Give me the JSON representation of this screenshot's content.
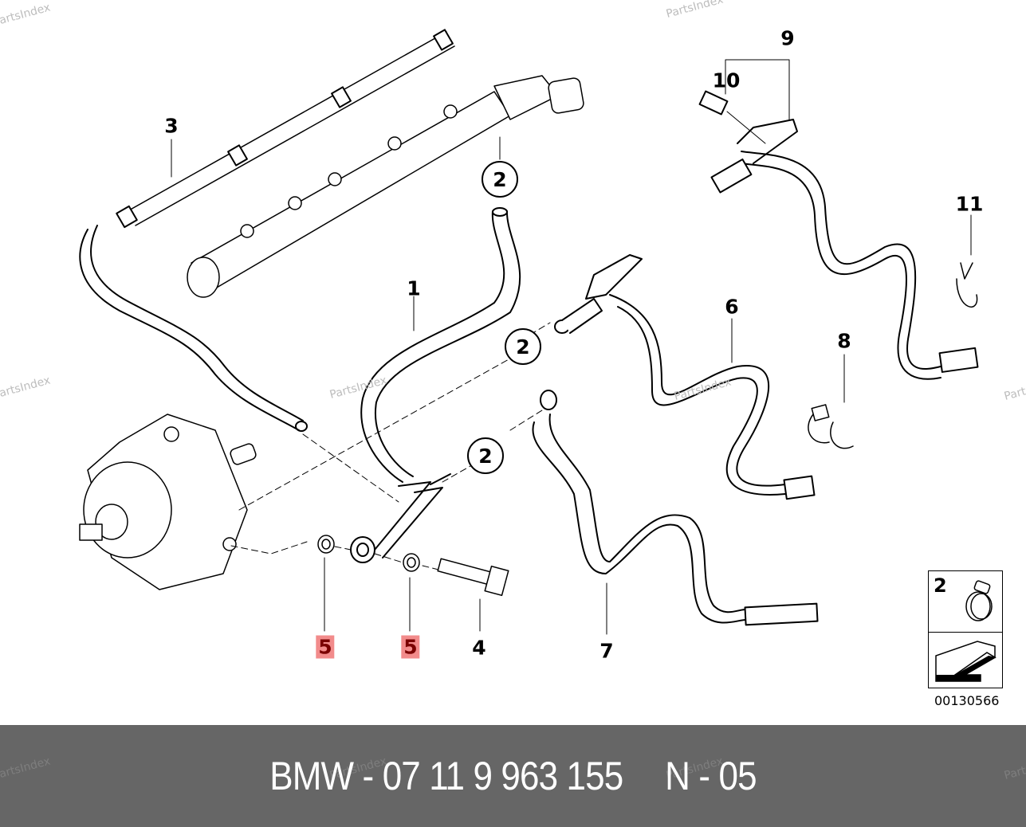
{
  "diagram": {
    "watermark_text": "PartsIndex",
    "callouts": [
      {
        "id": "1",
        "label": "1",
        "style": "plain"
      },
      {
        "id": "2a",
        "label": "2",
        "style": "circled"
      },
      {
        "id": "2b",
        "label": "2",
        "style": "circled"
      },
      {
        "id": "2c",
        "label": "2",
        "style": "circled"
      },
      {
        "id": "3",
        "label": "3",
        "style": "plain"
      },
      {
        "id": "4",
        "label": "4",
        "style": "plain"
      },
      {
        "id": "5a",
        "label": "5",
        "style": "highlighted"
      },
      {
        "id": "5b",
        "label": "5",
        "style": "highlighted"
      },
      {
        "id": "6",
        "label": "6",
        "style": "plain"
      },
      {
        "id": "7",
        "label": "7",
        "style": "plain"
      },
      {
        "id": "8",
        "label": "8",
        "style": "plain"
      },
      {
        "id": "9",
        "label": "9",
        "style": "plain"
      },
      {
        "id": "10",
        "label": "10",
        "style": "plain"
      },
      {
        "id": "11",
        "label": "11",
        "style": "plain"
      }
    ],
    "highlight_color": "#f28b8b",
    "highlight_text_color": "#7a0000",
    "legend": {
      "item_number": "2",
      "item_icon": "hose-clamp-icon",
      "nav_icon": "arrow-back-icon"
    },
    "diagram_id": "00130566"
  },
  "caption": {
    "brand": "BMW",
    "separator": "-",
    "part_number": "07 11 9 963 155",
    "position_label": "N",
    "position_number": "05",
    "background": "#666666"
  }
}
